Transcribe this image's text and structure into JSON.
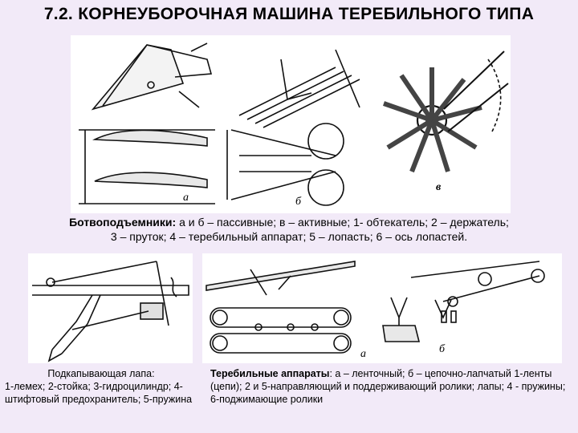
{
  "slide": {
    "title": "7.2. КОРНЕУБОРОЧНАЯ МАШИНА ТЕРЕБИЛЬНОГО ТИПА"
  },
  "figure_top": {
    "labels": {
      "a": "а",
      "b": "б",
      "v": "в"
    },
    "caption_bold": "Ботвоподъемники:",
    "caption_rest_1": " а и б – пассивные; в – активные; 1- обтекатель; 2 – держатель;",
    "caption_line_2": "3 – пруток; 4 – теребильный аппарат; 5 – лопасть; 6 – ось лопастей."
  },
  "figure_left": {
    "caption_title": "Подкапывающая лапа",
    "caption_colon": ":",
    "caption_body": "1-лемех; 2-стойка; 3-гидроцилиндр; 4-штифтовый предохранитель; 5-пружина"
  },
  "figure_right": {
    "labels": {
      "a": "а",
      "b": "б"
    },
    "caption_title": "Теребильные аппараты",
    "caption_body": ": а – ленточный; б – цепочно-лапчатый 1-ленты (цепи); 2 и 5-направляющий и поддерживающий ролики; лапы; 4 - пружины; 6-поджимающие ролики"
  },
  "colors": {
    "background": "#f2eaf8",
    "panel": "#ffffff",
    "ink": "#111111"
  }
}
